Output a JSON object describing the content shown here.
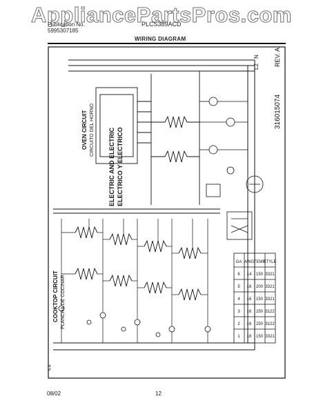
{
  "watermark": "AppliancePartsPros.com",
  "header": {
    "pub_line1": "Publication No.",
    "pub_line2": "5995307185",
    "model": "PLCS389ACD",
    "title": "WIRING DIAGRAM"
  },
  "diagram": {
    "section_title_en": "ELECTRIC AND ELECTRIC",
    "section_title_es": "ELECTRICO Y ELECTRICO",
    "oven_circuit_en": "OVEN CIRCUIT",
    "oven_circuit_es": "CIRCUITO DEL HORNO",
    "cooktop_circuit_en": "COOKTOP CIRCUIT",
    "cooktop_circuit_es": "PLANCHA DE COCINAR",
    "line_l1": "L1",
    "line_l2": "L2",
    "line_n": "N",
    "part_number": "316015074",
    "revision": "REV. A",
    "wire_table": {
      "headers": [
        "GA",
        "AWG",
        "TEMP",
        "STYLE"
      ],
      "rows": [
        [
          "6",
          "14",
          "150",
          "3321"
        ],
        [
          "5",
          "16",
          "200",
          "3321"
        ],
        [
          "4",
          "16",
          "150",
          "3321"
        ],
        [
          "3",
          "16",
          "250",
          "3122"
        ],
        [
          "2",
          "16",
          "250",
          "3122"
        ],
        [
          "1",
          "18",
          "150",
          "3321"
        ]
      ]
    }
  },
  "footer": {
    "date": "08/02",
    "page": "12"
  }
}
